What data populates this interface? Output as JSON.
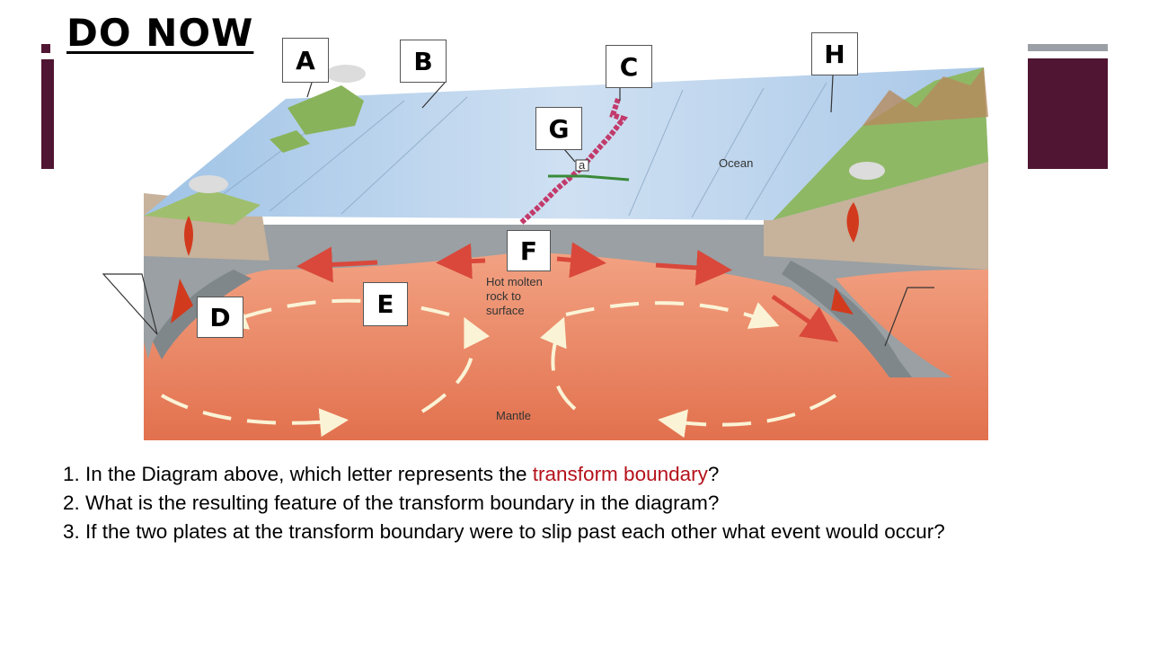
{
  "slide": {
    "title": "DO NOW",
    "accent_color": "#4f1532",
    "highlight_color": "#b5121b"
  },
  "diagram": {
    "labels": {
      "A": "A",
      "B": "B",
      "C": "C",
      "D": "D",
      "E": "E",
      "F": "F",
      "G": "G",
      "H": "H"
    },
    "text": {
      "ocean": "Ocean",
      "hot_line1": "Hot molten",
      "hot_line2": "rock to",
      "hot_line3": "surface",
      "mantle": "Mantle",
      "marker": "a"
    }
  },
  "questions": {
    "q1_prefix": "1. In the Diagram above, which letter represents the ",
    "q1_highlight": "transform boundary",
    "q1_suffix": "?",
    "q2": "2. What is the resulting feature of the transform boundary in the diagram?",
    "q3": "3. If the two plates at the transform boundary were to slip past each other what event would occur?"
  }
}
